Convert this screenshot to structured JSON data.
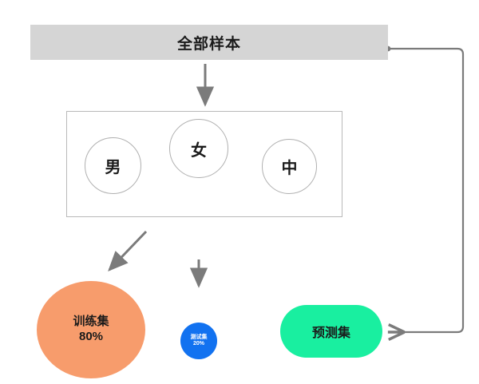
{
  "diagram": {
    "title": "",
    "nodes": {
      "all_samples": {
        "label": "全部样本",
        "color": "#d5d5d5",
        "shape": "rectangle"
      },
      "group_box": {
        "label": "",
        "color": "#ffffff",
        "shape": "rectangle"
      },
      "male": {
        "label": "男",
        "color": "#ffffff",
        "shape": "circle"
      },
      "female": {
        "label": "女",
        "color": "#ffffff",
        "shape": "circle"
      },
      "middle": {
        "label": "中",
        "color": "#ffffff",
        "shape": "circle"
      },
      "train_set": {
        "label": "训练集",
        "percent": "80%",
        "color": "#f79c6c",
        "shape": "circle"
      },
      "test_set": {
        "label": "测试集",
        "percent": "20%",
        "color": "#1272f0",
        "shape": "circle"
      },
      "predict_set": {
        "label": "预测集",
        "color": "#19efa0",
        "shape": "rounded-rectangle"
      }
    },
    "connectors": [
      {
        "name": "all-samples-to-group",
        "from": "all_samples",
        "to": "group_box",
        "style": "straight-arrow-down"
      },
      {
        "name": "group-to-train",
        "from": "group_box",
        "to": "train_set",
        "style": "diagonal-arrow-down-left"
      },
      {
        "name": "group-to-test",
        "from": "group_box",
        "to": "test_set",
        "style": "straight-arrow-down"
      },
      {
        "name": "all-samples-to-predict",
        "from": "all_samples",
        "to": "predict_set",
        "style": "elbow-arrow-right-down-left"
      }
    ],
    "connector_color": "#7b7b7b"
  }
}
